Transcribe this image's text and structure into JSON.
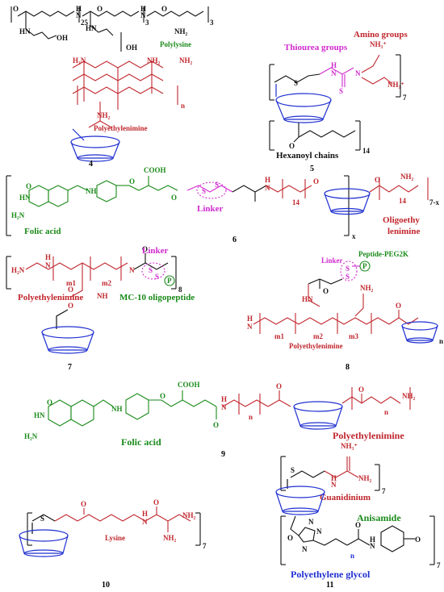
{
  "colors": {
    "black": "#111111",
    "green": "#1a8a1a",
    "red": "#c0262d",
    "magenta": "#d02ad0",
    "blue": "#1f2fd0",
    "teal": "#159a9a"
  },
  "labels": {
    "polylysine": "Polylysine",
    "polyethylenimine_4": "Polyethylenimine",
    "amino_groups": "Amino groups",
    "thiourea_groups": "Thiourea groups",
    "hexanoyl_chains": "Hexanoyl chains",
    "folic_acid_6": "Folic acid",
    "linker_6": "Linker",
    "oligoethylenimine_l1": "Oligoethy",
    "oligoethylenimine_l2": "lenimine",
    "polyethylenimine_7": "Polyethylenimine",
    "linker_7": "Linker",
    "mc10": "MC-10 oligopeptide",
    "linker_8": "Linker",
    "peptide_peg": "Peptide-PEG2K",
    "polyethylenimine_8": "Polyethylenimine",
    "folic_acid_9": "Folic acid",
    "polyethylenimine_9": "Polyethylenimine",
    "lysine": "Lysine",
    "guanidinium": "Guanidinium",
    "anisamide": "Anisamide",
    "peg": "Polyethylene glycol"
  },
  "compound_numbers": {
    "c4": "4",
    "c5": "5",
    "c6": "6",
    "c7": "7",
    "c8": "8",
    "c9": "9",
    "c10": "10",
    "c11": "11"
  },
  "subscripts": {
    "s25": "25",
    "s3a": "3",
    "s3b": "3",
    "s7_5": "7",
    "s14_5": "14",
    "s14_6a": "14",
    "s14_6b": "14",
    "s7x": "7-x",
    "sx": "x",
    "s8": "8",
    "sm1_7": "m1",
    "sm2_7": "m2",
    "sm1_8": "m1",
    "sm2_8": "m2",
    "sm3_8": "m3",
    "sn_4": "n",
    "sn_8": "n",
    "sn_9a": "n",
    "sn_9b": "n",
    "s7_10": "7",
    "s7_11a": "7",
    "s7_11b": "7",
    "sn_11": "n"
  },
  "atoms": {
    "H": "H",
    "N": "N",
    "O": "O",
    "S": "S",
    "NH": "NH",
    "NH2": "NH₂",
    "H2N": "H₂N",
    "NH3p": "NH₃⁺",
    "HN": "HN",
    "OH": "OH",
    "COOH": "COOH",
    "P": "P"
  }
}
